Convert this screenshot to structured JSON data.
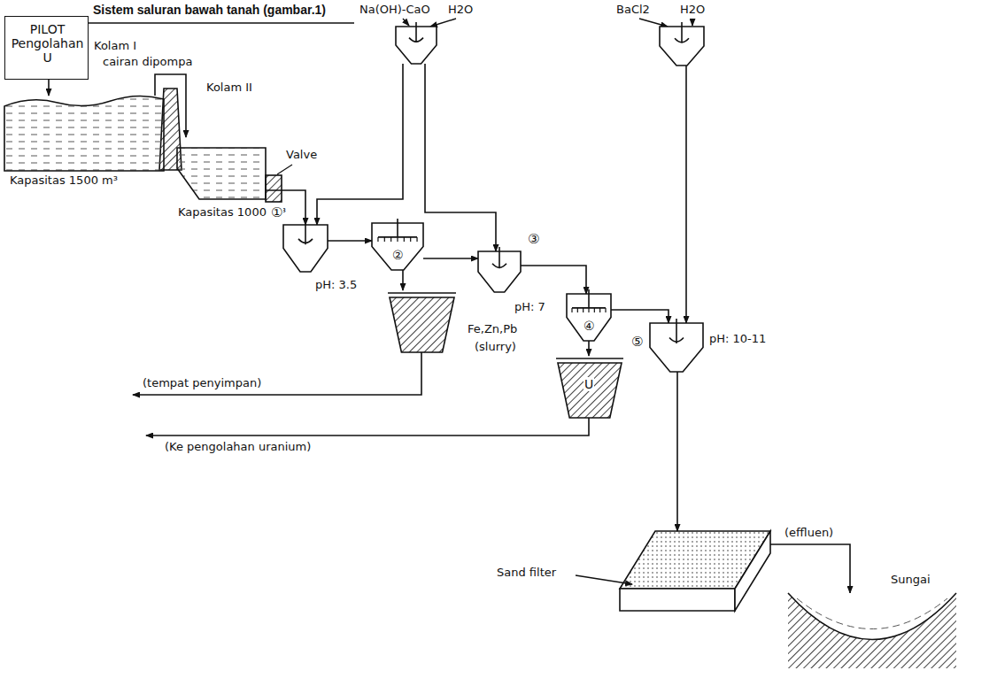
{
  "diagram": {
    "title": "Sistem saluran bawah tanah (gambar.1)",
    "nodes": [
      {
        "text": [
          "PILOT Pengolahan U"
        ]
      },
      {
        "text": [
          "Kolam I",
          "Kapasitas 1500 m³"
        ]
      },
      {
        "text": [
          "Kolam II",
          "Kapasitas 1000 m³"
        ]
      },
      {
        "text": [
          "Na(OH)-CaO",
          "H2O"
        ]
      },
      {
        "text": [
          "BaCl2",
          "H2O"
        ]
      },
      {
        "text": [
          "①"
        ]
      },
      {
        "text": [
          "②",
          "pH: 3.5"
        ]
      },
      {
        "text": [
          "③"
        ]
      },
      {
        "text": [
          "④",
          "pH: 7"
        ]
      },
      {
        "text": [
          "⑤",
          "pH: 10-11"
        ]
      },
      {
        "text": [
          "Fe,Zn,Pb",
          "(slurry)"
        ]
      },
      {
        "text": [
          "U"
        ]
      },
      {
        "text": [
          "Sand filter"
        ]
      },
      {
        "text": [
          "Sungai"
        ]
      }
    ],
    "edges": [
      {
        "from": 0,
        "to": 1,
        "arrow": "to"
      },
      {
        "from": 1,
        "to": 2,
        "label": "cairan dipompa",
        "arrow": "to"
      },
      {
        "from": 2,
        "to": 5,
        "arrow": "to"
      },
      {
        "from": 3,
        "to": 5,
        "arrow": "to"
      },
      {
        "from": 3,
        "to": 7,
        "arrow": "to"
      },
      {
        "from": 5,
        "to": 6,
        "arrow": "to"
      },
      {
        "from": 6,
        "to": 7,
        "arrow": "to"
      },
      {
        "from": 6,
        "to": 10,
        "arrow": "to"
      },
      {
        "from": 7,
        "to": 8,
        "arrow": "to"
      },
      {
        "from": 8,
        "to": 11,
        "arrow": "to"
      },
      {
        "from": 8,
        "to": 9,
        "arrow": "to"
      },
      {
        "from": 4,
        "to": 9,
        "arrow": "to"
      },
      {
        "from": 9,
        "to": 12,
        "arrow": "to"
      },
      {
        "from": 12,
        "to": 13,
        "label": "(effluen)",
        "arrow": "to"
      }
    ],
    "labels": [
      "Valve",
      "(tempat penyimpan)",
      "(Ke pengolahan uranium)"
    ]
  }
}
